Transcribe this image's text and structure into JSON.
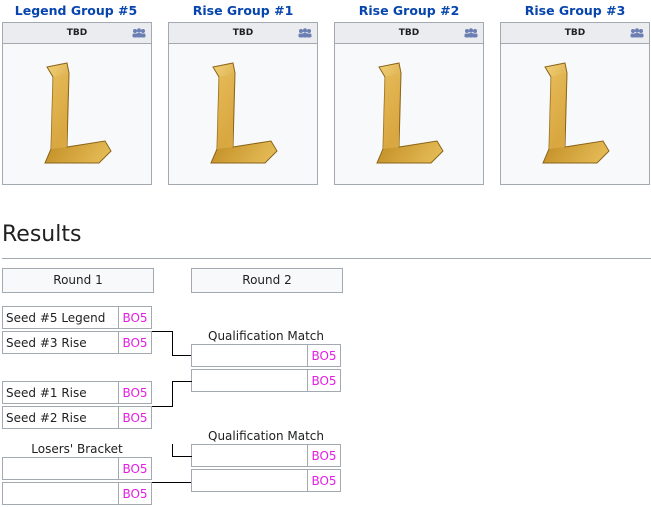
{
  "groups": [
    {
      "title": "Legend Group #5",
      "status": "TBD",
      "icon": "people-icon"
    },
    {
      "title": "Rise Group #1",
      "status": "TBD",
      "icon": "people-icon"
    },
    {
      "title": "Rise Group #2",
      "status": "TBD",
      "icon": "people-icon"
    },
    {
      "title": "Rise Group #3",
      "status": "TBD",
      "icon": "people-icon"
    }
  ],
  "results": {
    "title": "Results",
    "round1_label": "Round 1",
    "round2_label": "Round 2",
    "round1": [
      {
        "name": "Seed #5 Legend",
        "score": "BO5"
      },
      {
        "name": "Seed #3 Rise",
        "score": "BO5"
      },
      {
        "name": "Seed #1 Rise",
        "score": "BO5"
      },
      {
        "name": "Seed #2 Rise",
        "score": "BO5"
      }
    ],
    "losers_label": "Losers' Bracket",
    "losers": [
      {
        "name": "",
        "score": "BO5"
      },
      {
        "name": "",
        "score": "BO5"
      }
    ],
    "qual1_label": "Qualification Match",
    "qual1": [
      {
        "name": "",
        "score": "BO5"
      },
      {
        "name": "",
        "score": "BO5"
      }
    ],
    "qual2_label": "Qualification Match",
    "qual2": [
      {
        "name": "",
        "score": "BO5"
      },
      {
        "name": "",
        "score": "BO5"
      }
    ]
  },
  "colors": {
    "link": "#0645ad",
    "score": "#e31ee3",
    "border": "#a2a9b1",
    "logo_gold": "#d4a53a"
  }
}
